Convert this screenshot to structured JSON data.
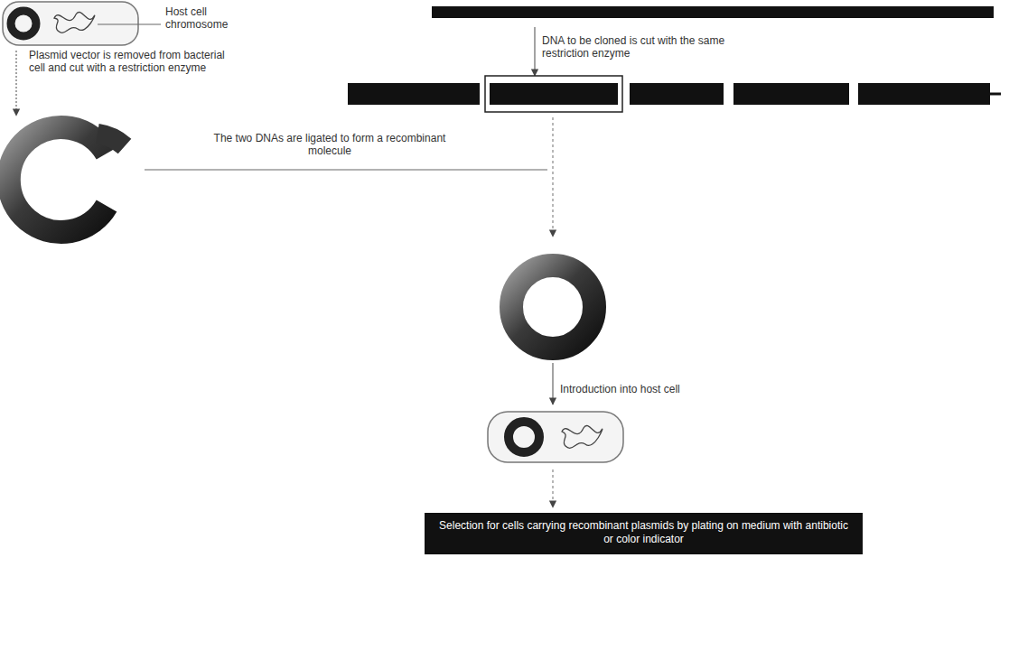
{
  "diagram": {
    "nodes": [
      {
        "text": [
          "Selection for cells carrying recombinant plasmids by plating on medium with antibiotic or color indicator"
        ]
      }
    ],
    "labels": [
      "Host cell chromosome",
      "Plasmid vector is removed from bacterial cell and cut with a restriction enzyme",
      "DNA to be cloned is cut with the same restriction enzyme",
      "The two DNAs are ligated to form a recombinant molecule",
      "Introduction into host cell"
    ]
  }
}
